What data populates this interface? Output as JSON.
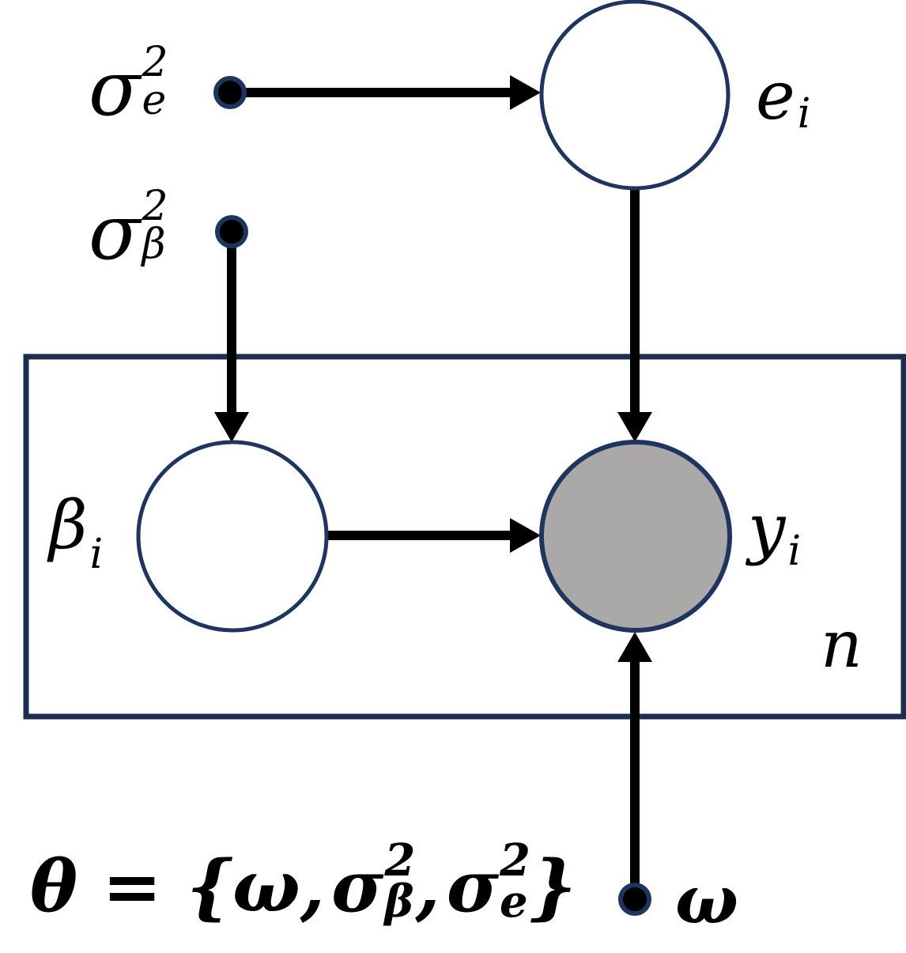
{
  "figure": {
    "type": "bayesian-network-plate-diagram",
    "plate": {
      "count_label": "n"
    },
    "nodes": [
      {
        "id": "e_i",
        "label_base": "e",
        "label_sub": "i",
        "style": "latent",
        "fill": "#ffffff"
      },
      {
        "id": "beta_i",
        "label_base": "β",
        "label_sub": "i",
        "style": "latent",
        "fill": "#ffffff"
      },
      {
        "id": "y_i",
        "label_base": "y",
        "label_sub": "i",
        "style": "observed",
        "fill": "#aba8a8"
      }
    ],
    "params": [
      {
        "id": "sigma_e2",
        "base": "σ",
        "sup": "2",
        "sub": "e"
      },
      {
        "id": "sigma_beta2",
        "base": "σ",
        "sup": "2",
        "sub": "β"
      },
      {
        "id": "omega",
        "label": "ω"
      }
    ],
    "edges": [
      "sigma_e2 → e_i",
      "sigma_beta2 → beta_i",
      "e_i → y_i",
      "beta_i → y_i",
      "omega → y_i"
    ],
    "formula": {
      "prefix": "θ = {ω,",
      "sigma1_base": "σ",
      "sigma1_sup": "2",
      "sigma1_sub": "β",
      "comma": ",",
      "sigma2_base": "σ",
      "sigma2_sup": "2",
      "sigma2_sub": "e",
      "close": "}"
    }
  },
  "colors": {
    "node_stroke_navy": "#1f3560",
    "plate_navy": "#1c2e4f",
    "observed_gray": "#aba8a8",
    "arrow_black": "#000000"
  }
}
